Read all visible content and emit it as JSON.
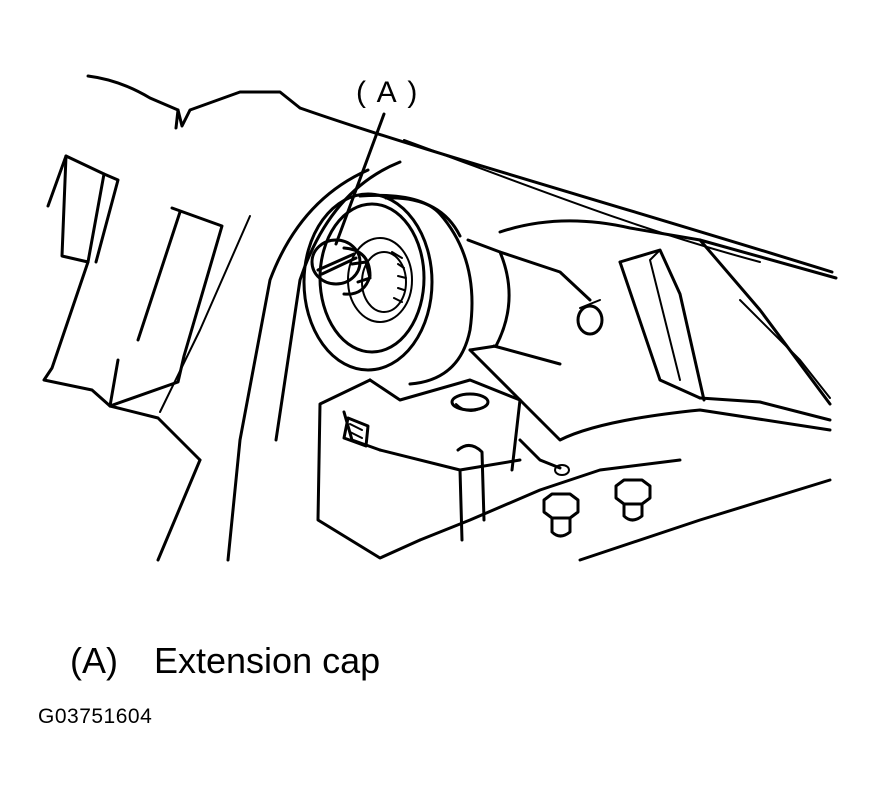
{
  "callout": {
    "label": "( A )"
  },
  "legend": [
    {
      "key": "(A)",
      "text": "Extension cap"
    }
  ],
  "figure_code": "G03751604"
}
